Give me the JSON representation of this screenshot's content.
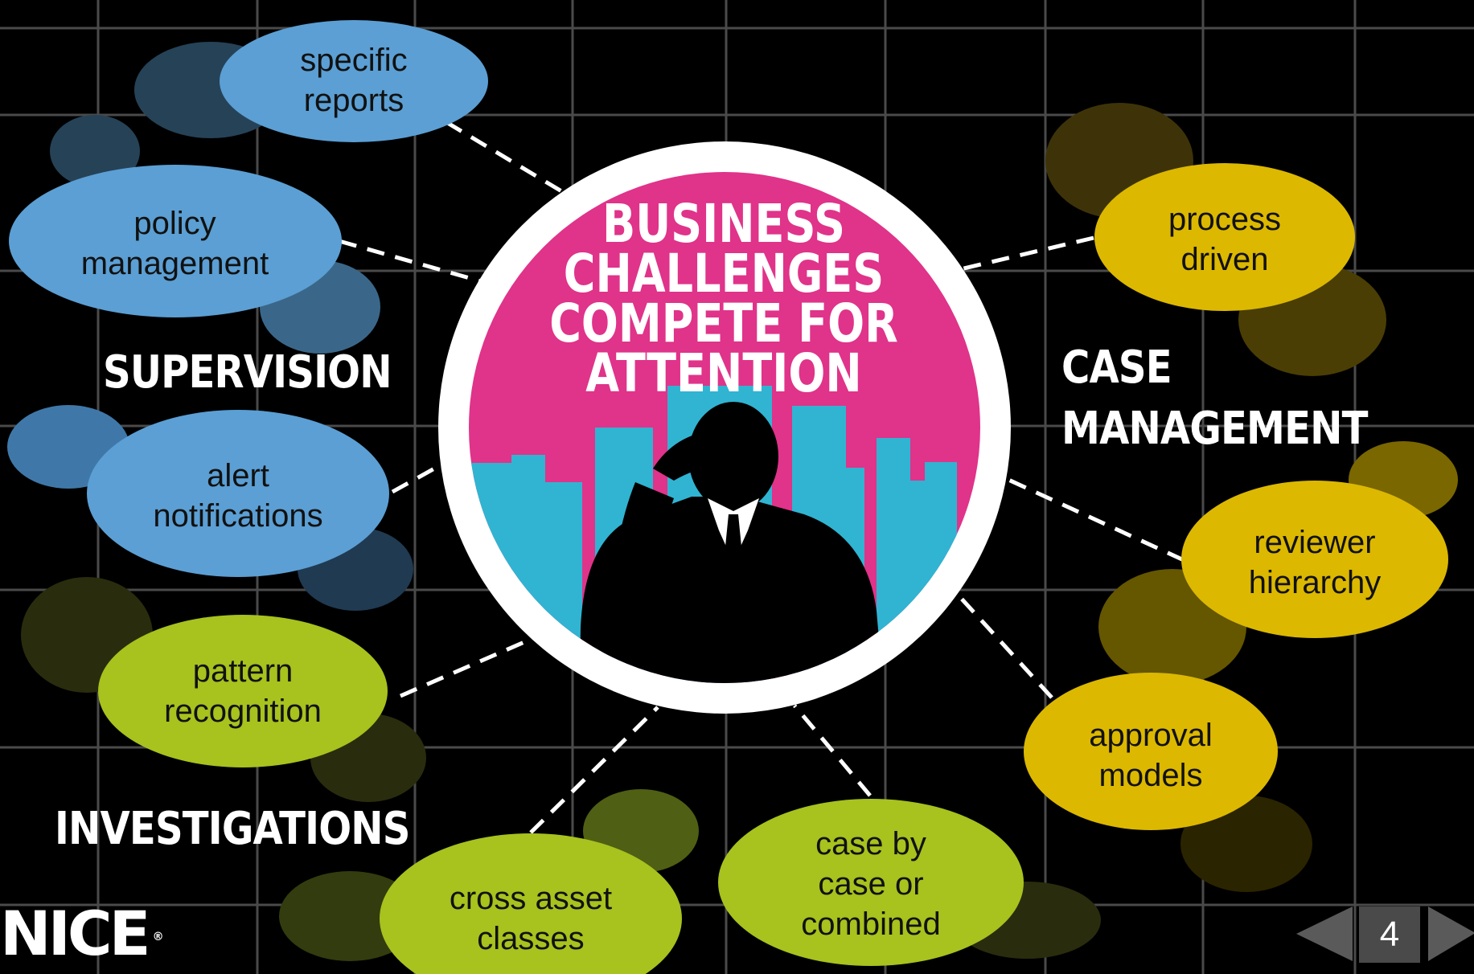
{
  "center": {
    "title": "BUSINESS\nCHALLENGES\nCOMPETE FOR\nATTENTION",
    "image": "stressed-businessman-city-skyline-silhouette-icon"
  },
  "groups": {
    "supervision": "SUPERVISION",
    "case_management": "CASE\nMANAGEMENT",
    "investigations": "INVESTIGATIONS"
  },
  "bubbles": {
    "specific_reports": "specific\nreports",
    "policy_management": "policy\nmanagement",
    "alert_notifications": "alert\nnotifications",
    "pattern_recognition": "pattern\nrecognition",
    "cross_asset_classes": "cross asset\nclasses",
    "case_by_case": "case by\ncase or\ncombined",
    "process_driven": "process\ndriven",
    "reviewer_hierarchy": "reviewer\nhierarchy",
    "approval_models": "approval\nmodels"
  },
  "footer": {
    "logo": "NICE",
    "logo_mark": "®",
    "page_number": "4"
  },
  "colors": {
    "background": "#000000",
    "grid": "#4a4a4a",
    "supervision": "#5b9fd4",
    "investigations": "#a8c21e",
    "case_management": "#dcb800",
    "center_pink": "#e0338a",
    "center_cyan": "#30b4d2",
    "connector": "#ffffff"
  }
}
